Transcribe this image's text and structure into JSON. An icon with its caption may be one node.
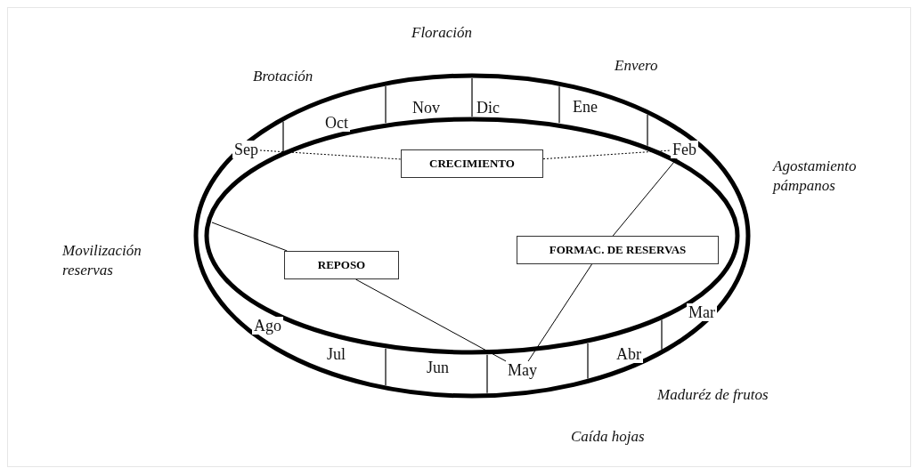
{
  "diagram": {
    "nodes": [
      {
        "text": [
          "Nov"
        ]
      },
      {
        "text": [
          "Dic"
        ]
      },
      {
        "text": [
          "Ene"
        ]
      },
      {
        "text": [
          "Oct"
        ]
      },
      {
        "text": [
          "Sep"
        ]
      },
      {
        "text": [
          "Feb"
        ]
      },
      {
        "text": [
          "CRECIMIENTO"
        ]
      },
      {
        "text": [
          "FORMAC. DE RESERVAS"
        ]
      },
      {
        "text": [
          "REPOSO"
        ]
      },
      {
        "text": [
          "Mar"
        ]
      },
      {
        "text": [
          "Ago"
        ]
      },
      {
        "text": [
          "Abr"
        ]
      },
      {
        "text": [
          "Jul"
        ]
      },
      {
        "text": [
          "Jun"
        ]
      },
      {
        "text": [
          "May"
        ]
      }
    ],
    "edges": [
      {
        "from": 4,
        "to": 6,
        "arrow": "none",
        "style": "dashed"
      },
      {
        "from": 6,
        "to": 5,
        "arrow": "none",
        "style": "dashed"
      },
      {
        "from": null,
        "to": 8,
        "arrow": "none"
      },
      {
        "from": 8,
        "to": 14,
        "arrow": "none"
      },
      {
        "from": 5,
        "to": 7,
        "arrow": "none"
      },
      {
        "from": 7,
        "to": 14,
        "arrow": "none"
      }
    ],
    "labels": [
      "Floración",
      "Brotación",
      "Envero",
      "Agostamiento pámpanos",
      "Movilización reservas",
      "Maduréz de frutos",
      "Caída hojas"
    ]
  }
}
